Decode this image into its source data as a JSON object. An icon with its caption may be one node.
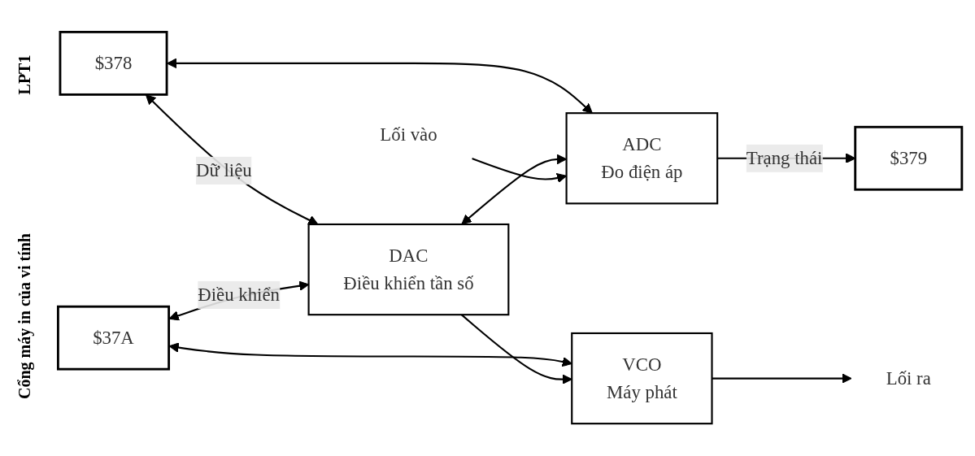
{
  "diagram": {
    "nodes": [
      {
        "text": [
          "$378"
        ]
      },
      {
        "text": [
          "$37A"
        ]
      },
      {
        "text": [
          "$379"
        ]
      },
      {
        "text": [
          "DAC",
          "Điều khiển tần số"
        ]
      },
      {
        "text": [
          "VCO",
          "Máy phát"
        ]
      },
      {
        "text": [
          "ADC",
          "Đo điện áp"
        ]
      },
      {
        "text": [
          "Lối ra"
        ]
      },
      {
        "text": [
          "Lối vào"
        ]
      }
    ],
    "edges": [
      {
        "from": 0,
        "to": 3,
        "arrow": "both",
        "label": "Dữ liệu"
      },
      {
        "from": 0,
        "to": 5,
        "arrow": "both"
      },
      {
        "from": 1,
        "to": 3,
        "arrow": "both",
        "label": "Điều khiển"
      },
      {
        "from": 1,
        "to": 4,
        "arrow": "both"
      },
      {
        "from": 3,
        "to": 5,
        "arrow": "both"
      },
      {
        "from": 3,
        "to": 4,
        "arrow": "to"
      },
      {
        "from": 4,
        "to": 6,
        "arrow": "to"
      },
      {
        "from": 5,
        "to": 2,
        "arrow": "to",
        "label": "Trạng thái"
      },
      {
        "from": 7,
        "to": 5,
        "arrow": "to"
      }
    ],
    "labels": [
      "Cổng máy in của vi tính",
      "LPT1"
    ]
  }
}
